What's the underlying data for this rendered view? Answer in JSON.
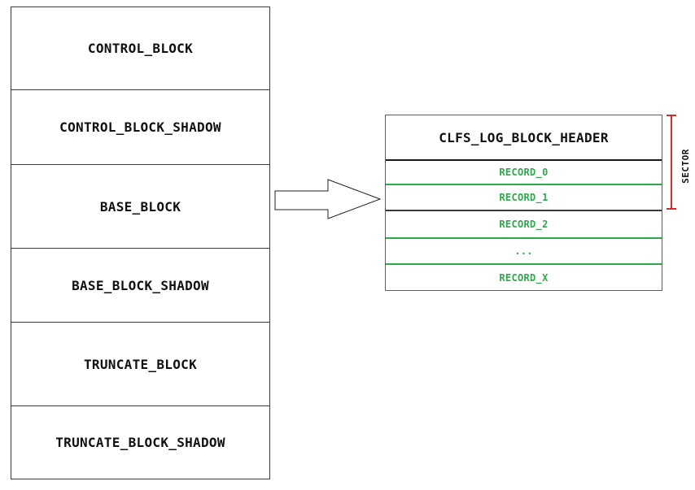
{
  "file_blocks": [
    {
      "label": "CONTROL_BLOCK"
    },
    {
      "label": "CONTROL_BLOCK_SHADOW"
    },
    {
      "label": "BASE_BLOCK"
    },
    {
      "label": "BASE_BLOCK_SHADOW"
    },
    {
      "label": "TRUNCATE_BLOCK"
    },
    {
      "label": "TRUNCATE_BLOCK_SHADOW"
    }
  ],
  "log_block": {
    "header": "CLFS_LOG_BLOCK_HEADER",
    "records": [
      "RECORD_0",
      "RECORD_1",
      "RECORD_2",
      "...",
      "RECORD_X"
    ]
  },
  "sector": {
    "label": "SECTOR",
    "color": "#d62a2a"
  },
  "colors": {
    "record_text": "#2ea84a",
    "record_divider": "#2ea84a"
  },
  "icons": {
    "expand_arrow": "right-arrow"
  }
}
